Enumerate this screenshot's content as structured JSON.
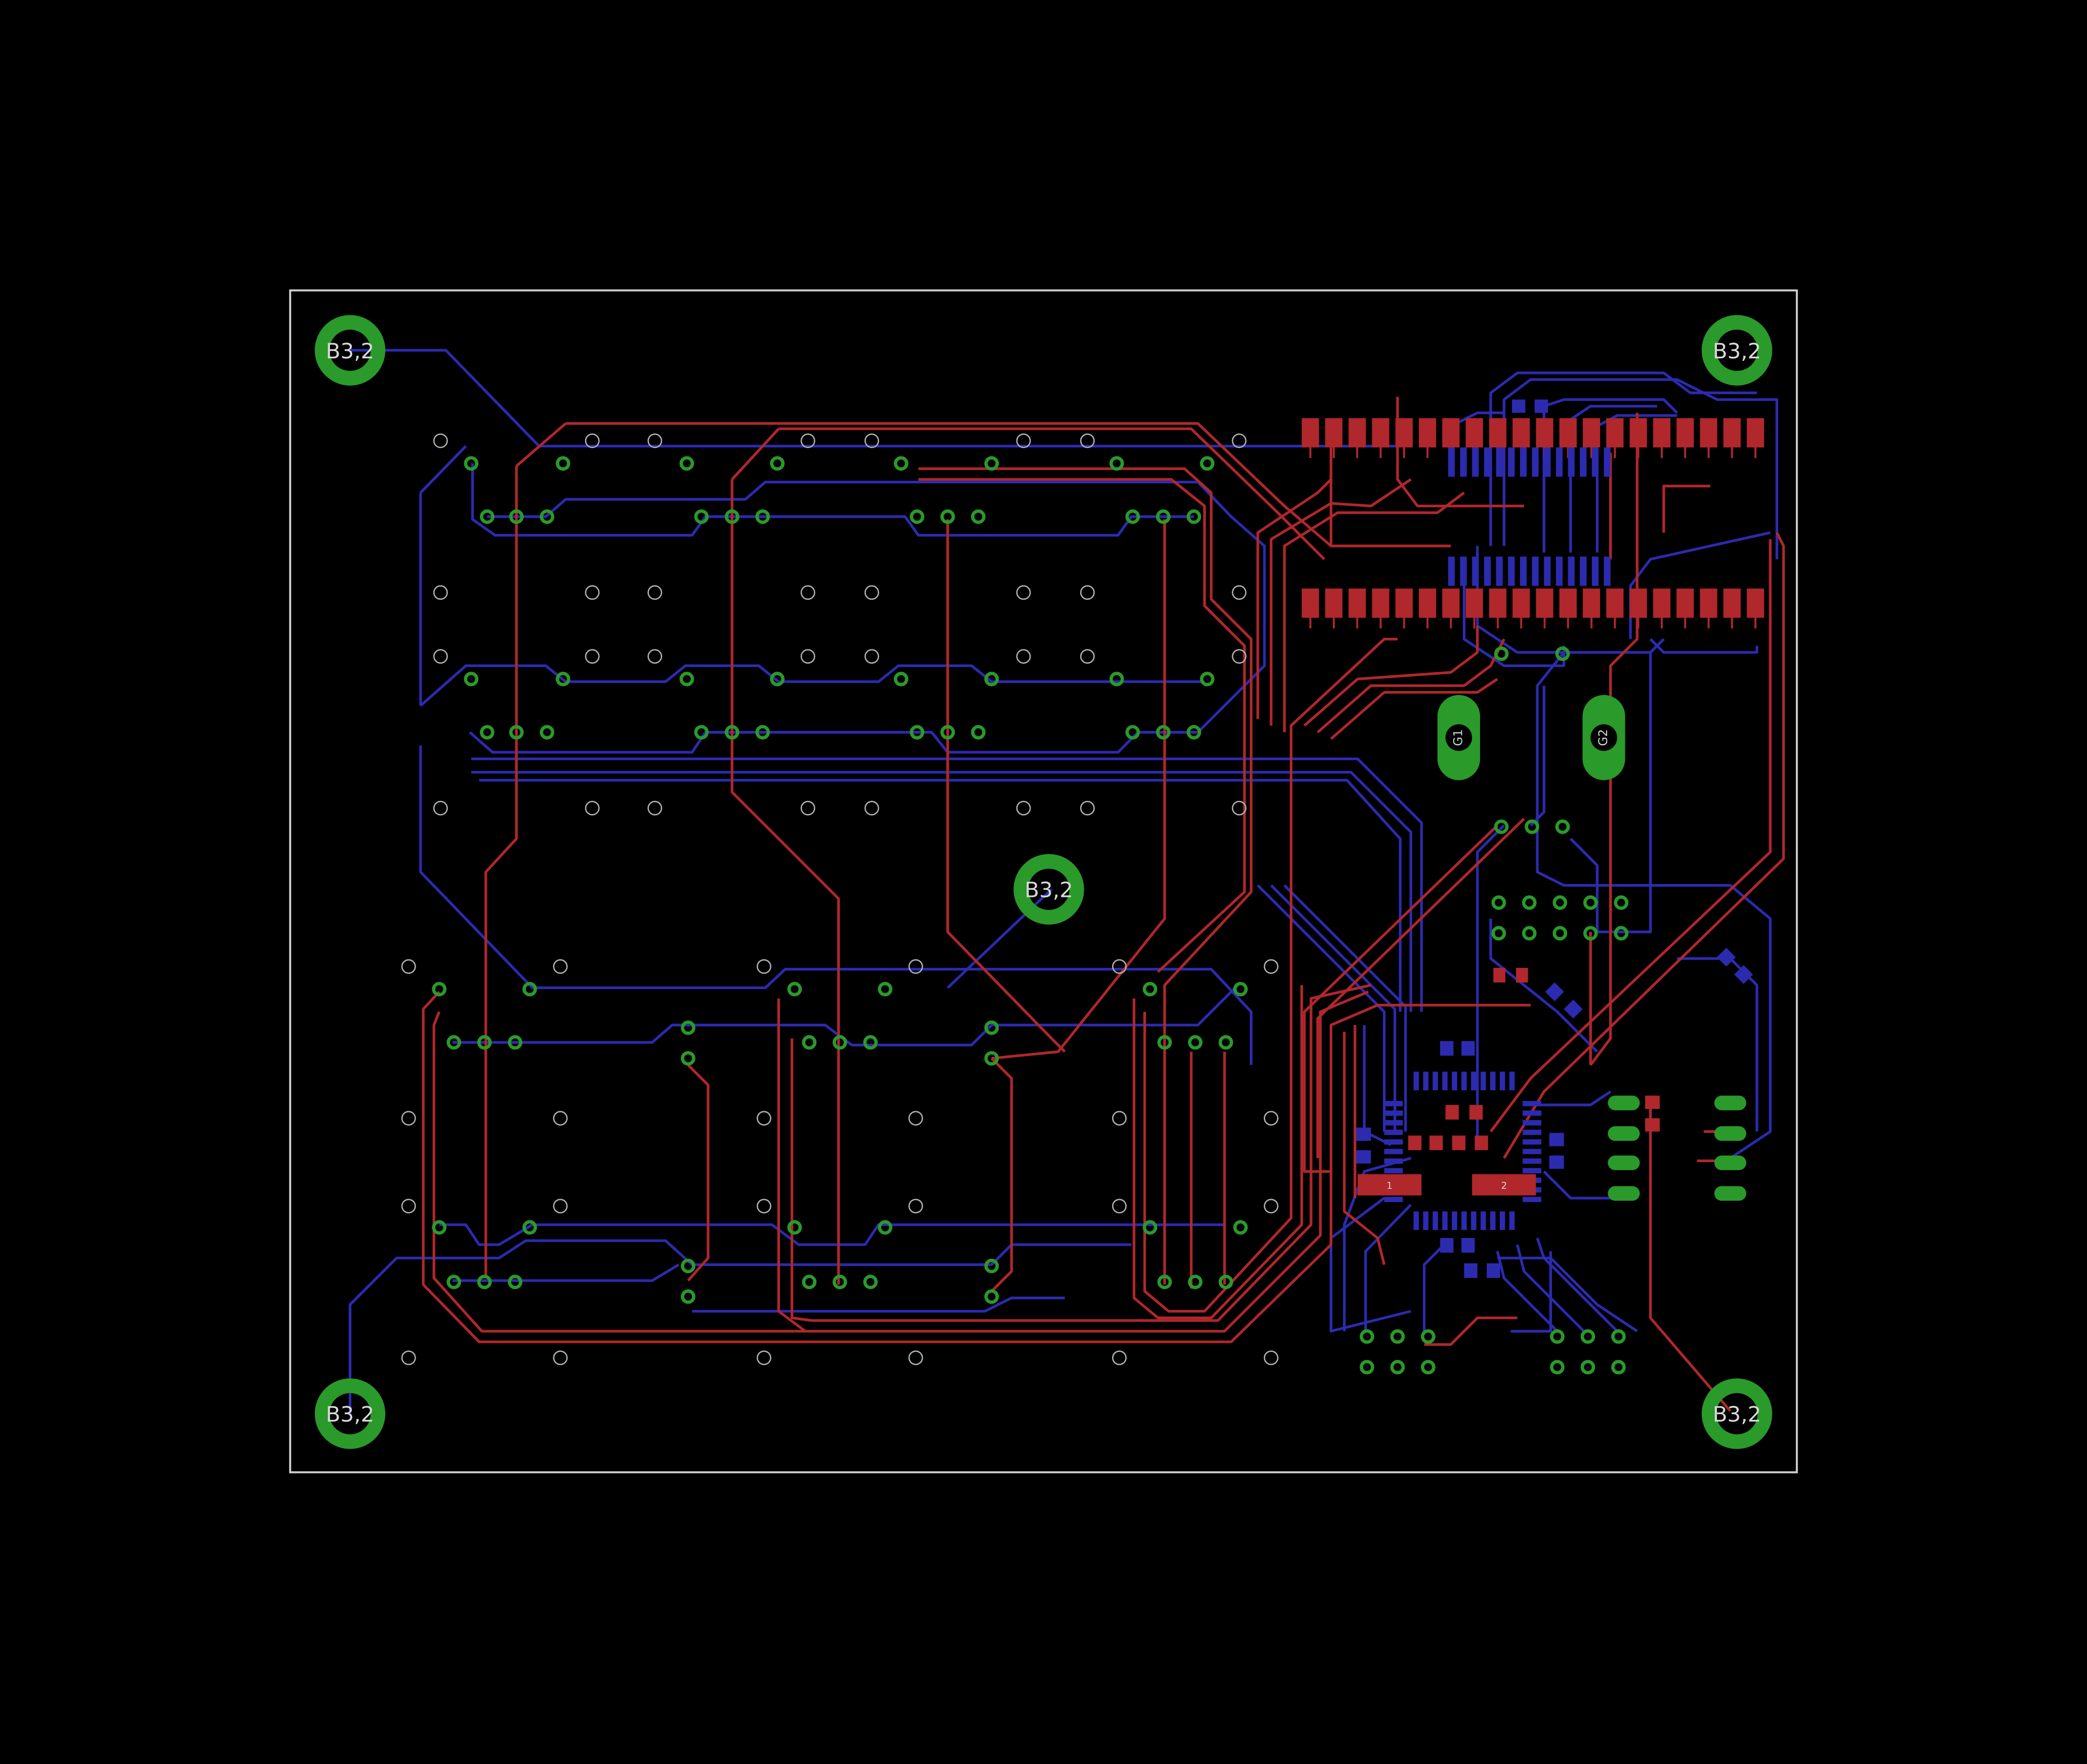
{
  "board": {
    "mounting_hole_label": "B3,2",
    "crystal_labels": [
      "G1",
      "G2"
    ],
    "resistor_labels": [
      "1",
      "2"
    ]
  },
  "colors": {
    "background": "#000000",
    "outline": "#d0d0d0",
    "top_copper": "#b0272c",
    "bottom_copper": "#2c2bb0",
    "pad": "#2a9a2a",
    "via": "#b0b0b0",
    "label": "#d8d8d8"
  }
}
